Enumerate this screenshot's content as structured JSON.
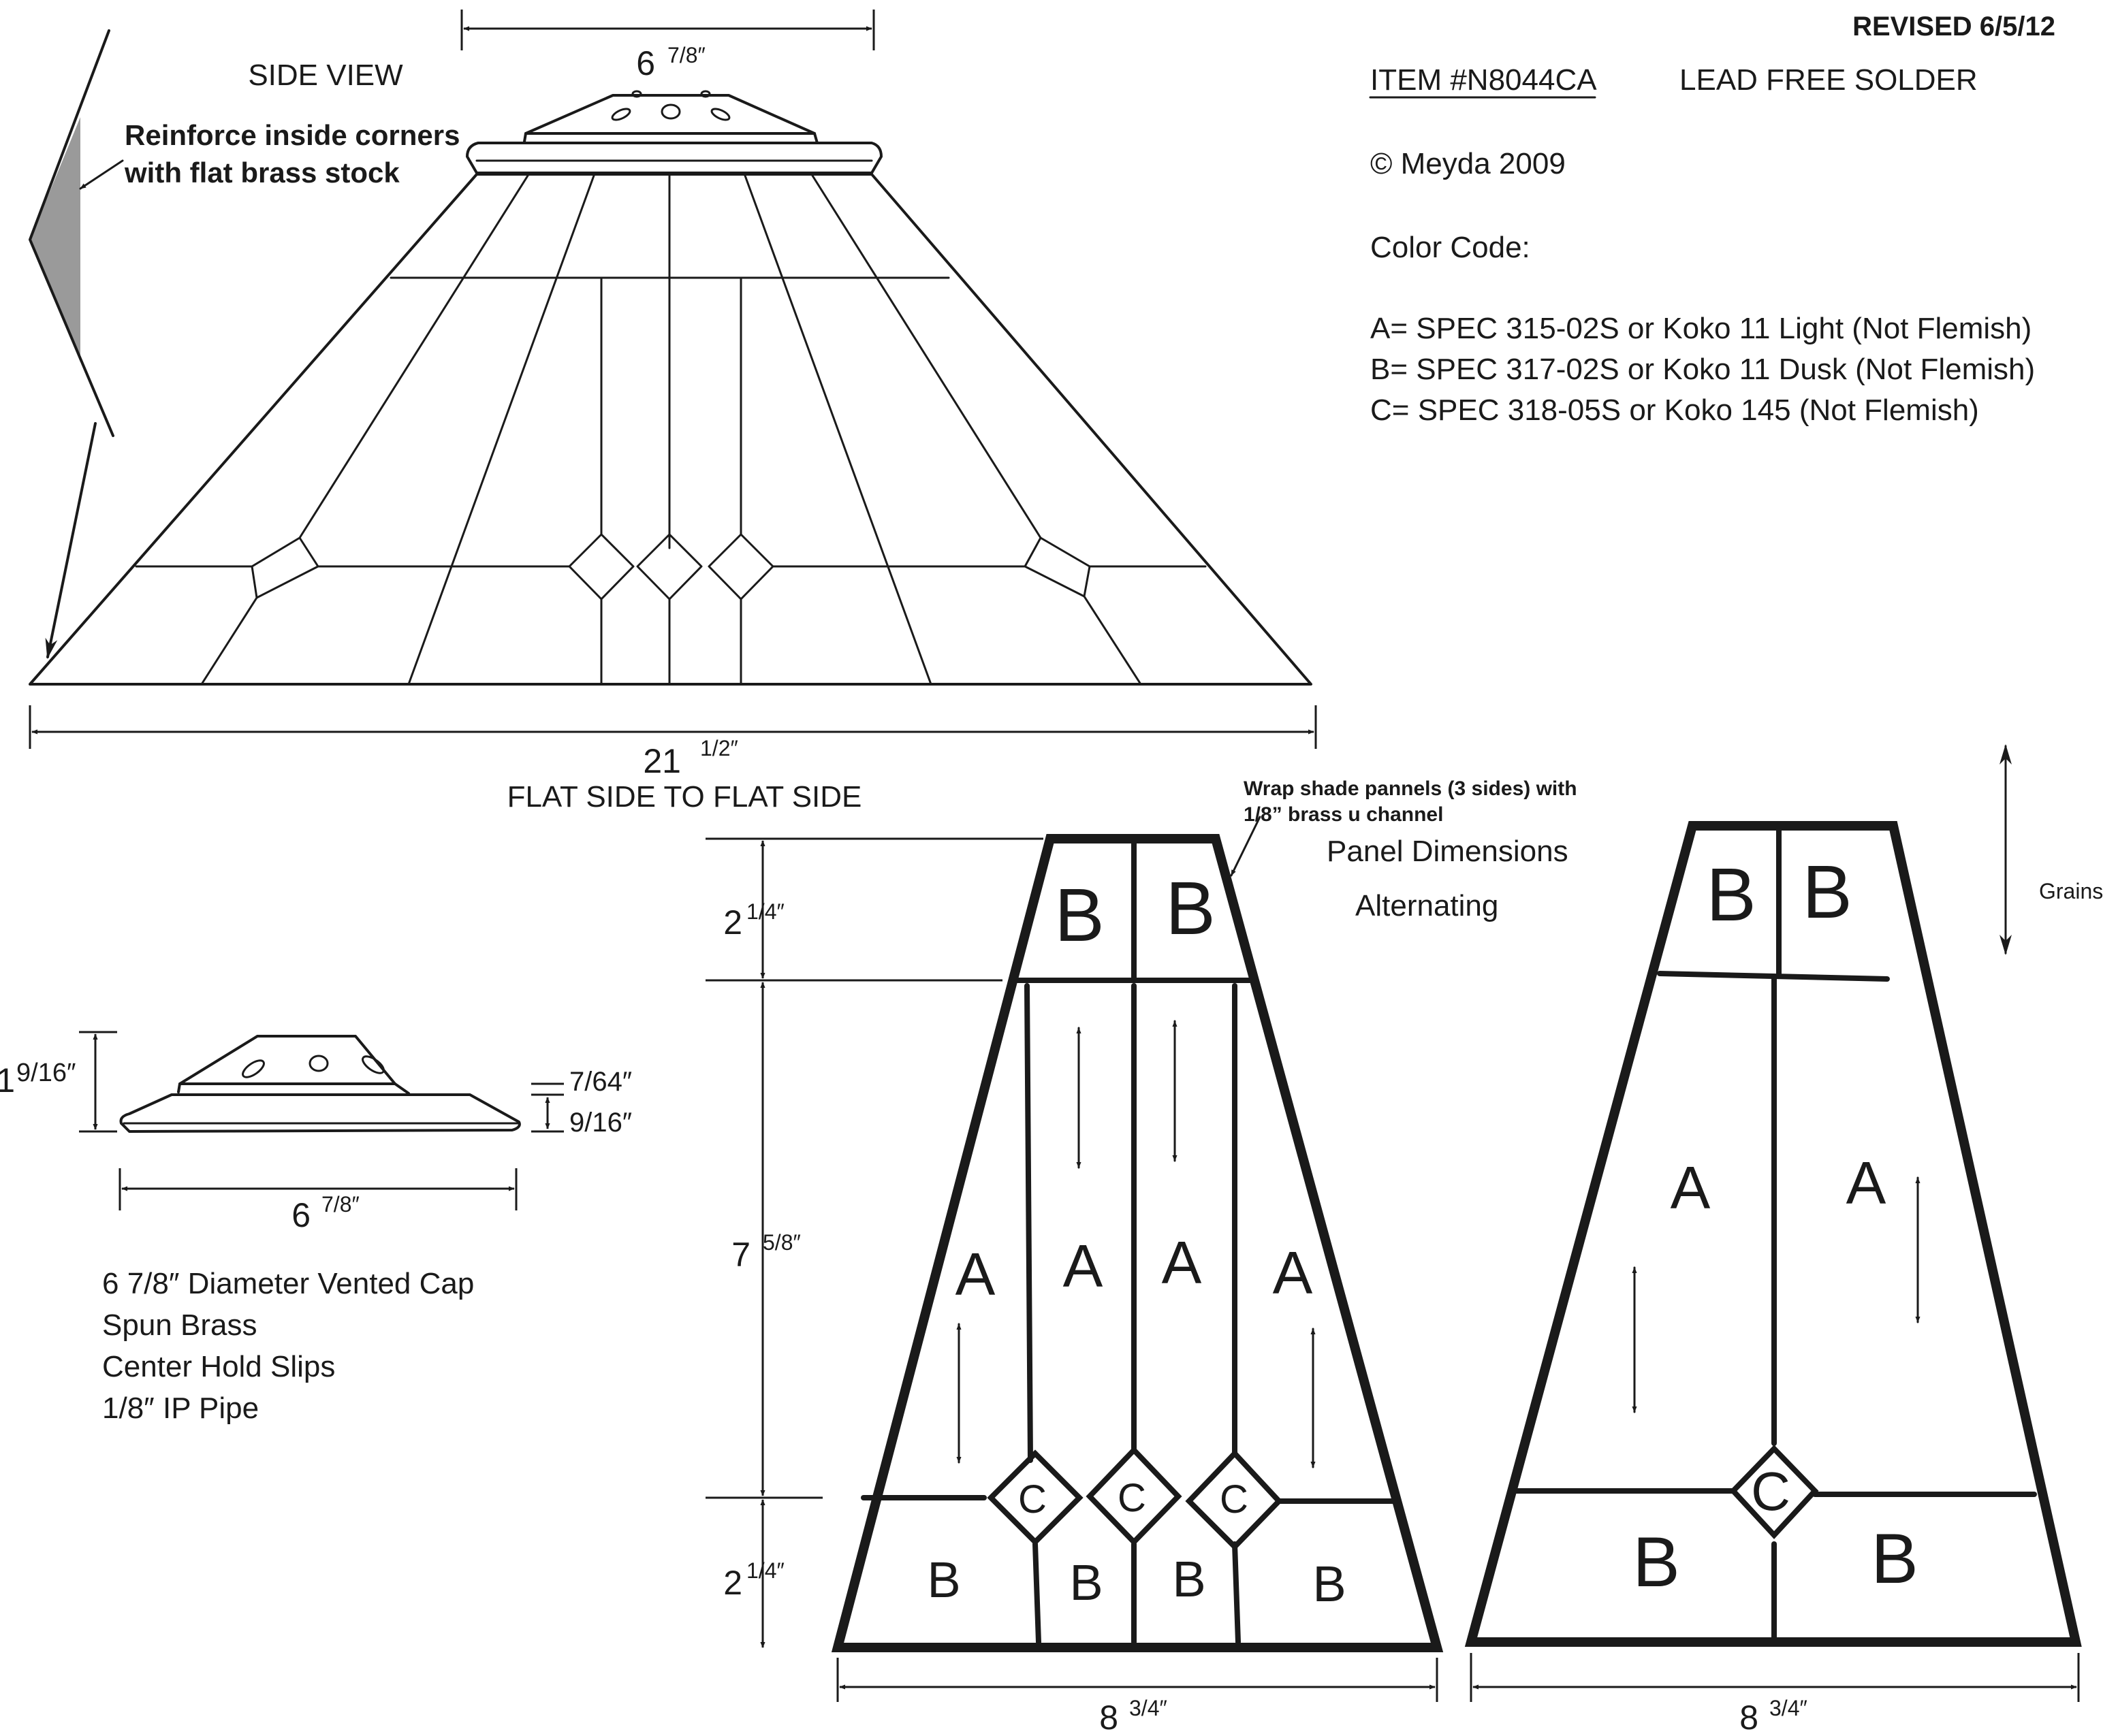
{
  "header": {
    "revised": "REVISED 6/5/12",
    "item": "ITEM #N8044CA",
    "solder": "LEAD FREE SOLDER",
    "copyright": "© Meyda 2009",
    "color_code_title": "Color Code:",
    "color_codes": [
      "A= SPEC 315-02S or Koko 11 Light (Not Flemish)",
      "B= SPEC 317-02S or Koko 11 Dusk (Not Flemish)",
      "C= SPEC 318-05S or Koko 145 (Not Flemish)"
    ]
  },
  "side_view": {
    "title": "SIDE VIEW",
    "reinforce_line1": "Reinforce inside corners",
    "reinforce_line2": "with flat brass stock",
    "top_dim_main": "6",
    "top_dim_frac": "7/8″",
    "width_dim_main": "21",
    "width_dim_frac": "1/2″",
    "width_caption": "FLAT SIDE TO FLAT SIDE"
  },
  "cap": {
    "height_main": "1",
    "height_frac": "9/16″",
    "dim_a": "7/64″",
    "dim_b": "9/16″",
    "width_main": "6",
    "width_frac": "7/8″",
    "notes": [
      "6 7/8″ Diameter  Vented Cap",
      "Spun Brass",
      "Center Hold Slips",
      "1/8″ IP Pipe"
    ]
  },
  "panels": {
    "wrap_note_line1": "Wrap shade pannels (3 sides) with",
    "wrap_note_line2": "1/8” brass u channel",
    "title": "Panel Dimensions",
    "subtitle": "Alternating",
    "grains": "Grains",
    "dim_top_main": "2",
    "dim_top_frac": "1/4″",
    "dim_mid_main": "7",
    "dim_mid_frac": "5/8″",
    "dim_bot_main": "2",
    "dim_bot_frac": "1/4″",
    "left_width_main": "8",
    "left_width_frac": "3/4″",
    "right_width_main": "8",
    "right_width_frac": "3/4″",
    "letters": {
      "a": "A",
      "b": "B",
      "c": "C"
    }
  }
}
